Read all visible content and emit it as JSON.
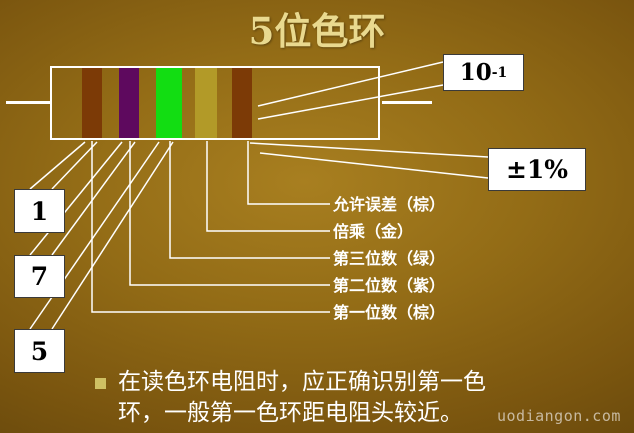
{
  "slide": {
    "title": "5位色环",
    "watermark": "uodiangon.com"
  },
  "resistor": {
    "bands": [
      {
        "id": "first-digit",
        "color_name": "棕",
        "color": "#7c3a06"
      },
      {
        "id": "second-digit",
        "color_name": "紫",
        "color": "#5e095e"
      },
      {
        "id": "third-digit",
        "color_name": "绿",
        "color": "#12dd12"
      },
      {
        "id": "multiplier",
        "color_name": "金",
        "color": "#b29a28"
      },
      {
        "id": "tolerance",
        "color_name": "棕",
        "color": "#7c3a06"
      }
    ]
  },
  "callouts": {
    "multiplier_base": "10",
    "multiplier_exp": "-1",
    "tolerance": "±1%",
    "digit1": "1",
    "digit2": "7",
    "digit3": "5"
  },
  "band_labels": [
    {
      "text": "允许误差（棕）"
    },
    {
      "text": "倍乘（金）"
    },
    {
      "text": "第三位数（绿）"
    },
    {
      "text": "第二位数（紫）"
    },
    {
      "text": "第一位数（棕）"
    }
  ],
  "note": {
    "line1": "在读色环电阻时，应正确识别第一色",
    "line2": "环，一般第一色环距电阻头较近。"
  },
  "colors": {
    "title": "#e9d98f",
    "bullet": "#cfc063",
    "line": "#ffffff",
    "background_center": "#a87f20",
    "background_edge": "#523908"
  }
}
